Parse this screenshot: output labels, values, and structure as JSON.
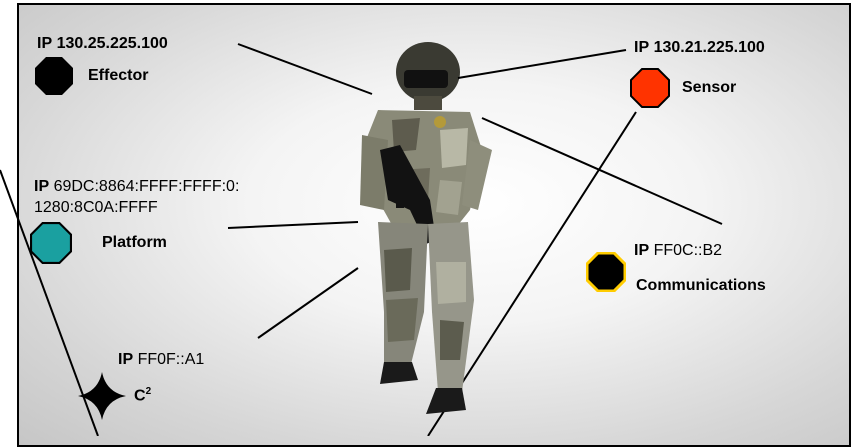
{
  "nodes": {
    "effector": {
      "ip_prefix": "IP",
      "ip": "130.25.225.100",
      "label": "Effector",
      "color": "#000000"
    },
    "sensor": {
      "ip_prefix": "IP",
      "ip": "130.21.225.100",
      "label": "Sensor",
      "color": "#ff3300"
    },
    "platform": {
      "ip_prefix": "IP",
      "ip_line1": "69DC:8864:FFFF:FFFF:0:",
      "ip_line2": "1280:8C0A:FFFF",
      "label": "Platform",
      "color": "#1aa0a0"
    },
    "communications": {
      "ip_prefix": "IP",
      "ip": "FF0C::B2",
      "label": "Communications",
      "color": "#000000",
      "border": "#ffcc00"
    },
    "c2": {
      "ip_prefix": "IP",
      "ip": "FF0F::A1",
      "label": "C",
      "label_sup": "2",
      "color": "#000000"
    }
  }
}
